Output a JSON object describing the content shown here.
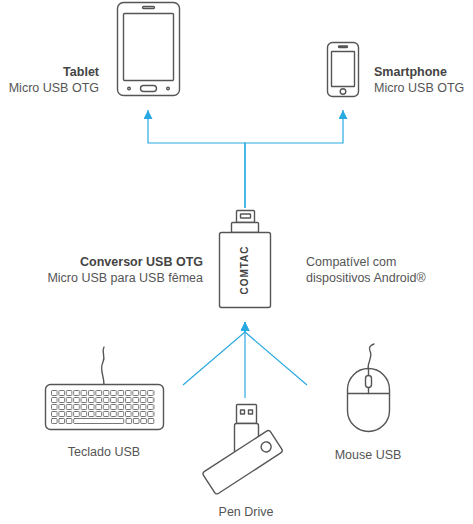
{
  "diagram": {
    "nodes": [
      {
        "text": [
          "Tablet",
          "Micro USB OTG"
        ]
      },
      {
        "text": [
          "Smartphone",
          "Micro USB OTG"
        ]
      },
      {
        "text": [
          "Conversor USB OTG",
          "Micro USB para USB fêmea",
          "COMTAC"
        ]
      },
      {
        "text": [
          "Teclado USB"
        ]
      },
      {
        "text": [
          "Pen Drive"
        ]
      },
      {
        "text": [
          "Mouse USB"
        ]
      }
    ],
    "edges": [
      {
        "from": 2,
        "to": 0,
        "arrow": "to"
      },
      {
        "from": 2,
        "to": 1,
        "arrow": "to"
      },
      {
        "from": 3,
        "to": 2,
        "arrow": "to"
      },
      {
        "from": 4,
        "to": 2,
        "arrow": "to"
      },
      {
        "from": 5,
        "to": 2,
        "arrow": "to"
      }
    ],
    "labels": [
      "Compatível com dispositivos Android®"
    ]
  }
}
